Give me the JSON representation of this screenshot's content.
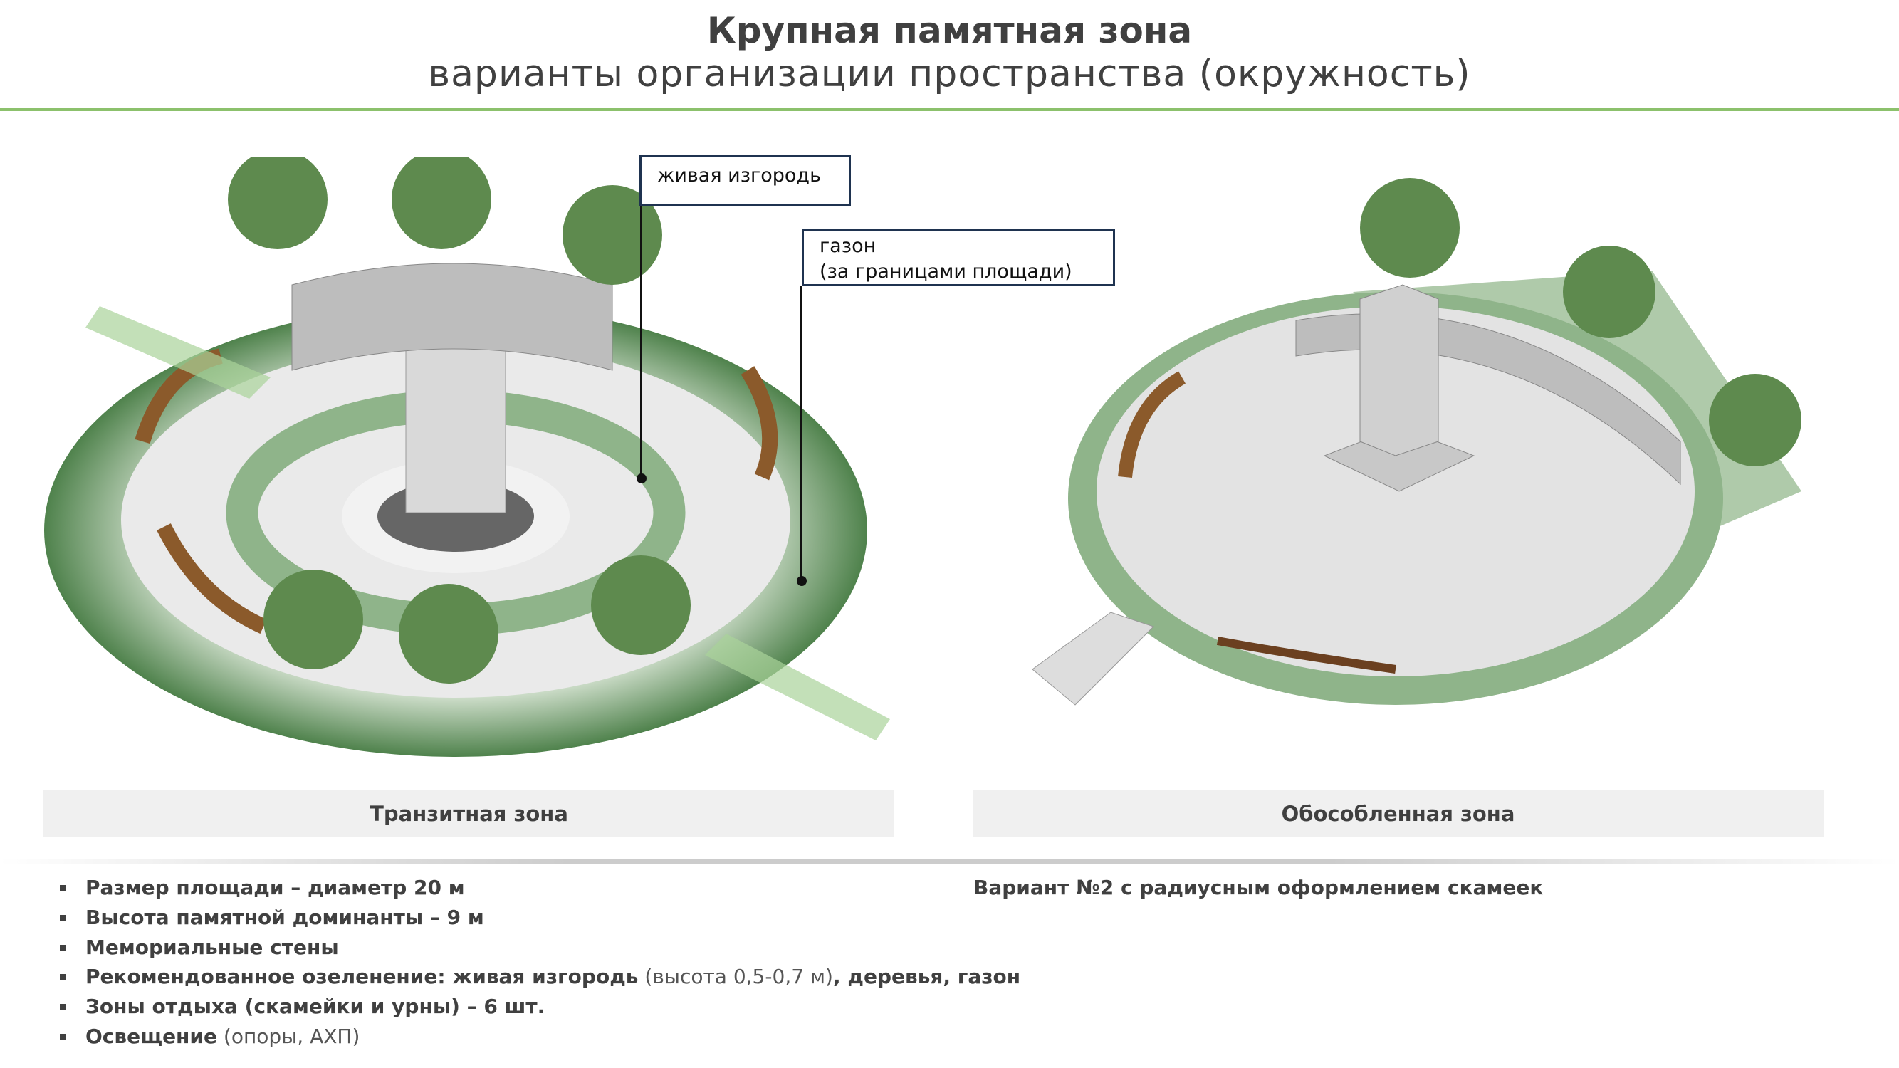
{
  "header": {
    "title": "Крупная памятная зона",
    "subtitle": "варианты организации пространства (окружность)"
  },
  "labels": {
    "hedge": "живая изгородь",
    "lawn_line1": "газон",
    "lawn_line2": "(за границами площади)"
  },
  "captions": {
    "left": "Транзитная зона",
    "right": "Обособленная зона"
  },
  "bullets": [
    {
      "bold": "Размер площади – диаметр 20 м",
      "normal": ""
    },
    {
      "bold": "Высота памятной доминанты – 9 м",
      "normal": ""
    },
    {
      "bold": "Мемориальные стены",
      "normal": ""
    },
    {
      "bold": "Рекомендованное озеленение: живая изгородь",
      "normal": " (высота 0,5-0,7 м)",
      "bold2": ", деревья, газон"
    },
    {
      "bold": "Зоны отдыха (скамейки и урны) – 6 шт.",
      "normal": ""
    },
    {
      "bold": "Освещение",
      "normal": " (опоры, АХП)"
    }
  ],
  "variant_note": "Вариант №2 с радиусным оформлением скамеек",
  "colors": {
    "accent_green": "#8cc16c",
    "lawn": "#5d8f5a",
    "label_border": "#1f3350"
  }
}
